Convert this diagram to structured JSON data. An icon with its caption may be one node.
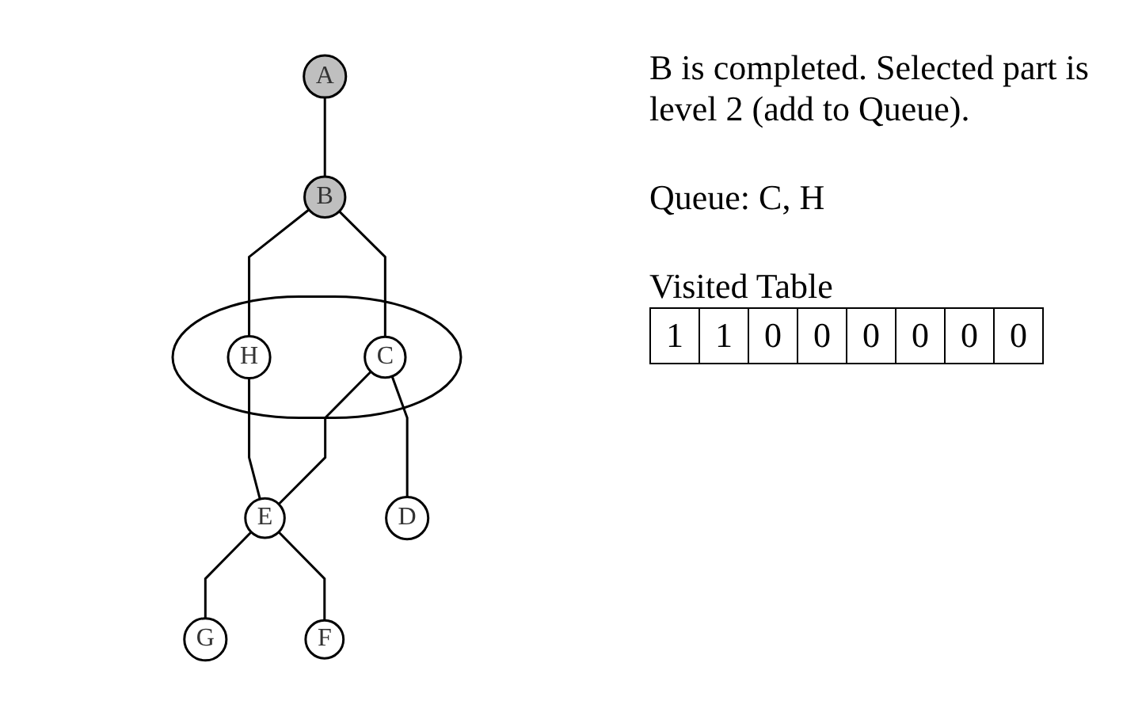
{
  "diagram": {
    "nodes": [
      {
        "text": [
          "A"
        ]
      },
      {
        "text": [
          "B"
        ]
      },
      {
        "text": [],
        "shape": "loop"
      },
      {
        "text": [
          "H"
        ],
        "in": 2
      },
      {
        "text": [
          "C"
        ],
        "in": 2
      },
      {
        "text": [
          "E"
        ]
      },
      {
        "text": [
          "G"
        ]
      },
      {
        "text": [
          "D"
        ]
      },
      {
        "text": [
          "F"
        ]
      }
    ],
    "edges": [
      {
        "from": 0,
        "to": 1,
        "arrow": "none"
      },
      {
        "from": 1,
        "to": 3,
        "arrow": "none"
      },
      {
        "from": 1,
        "to": 4,
        "arrow": "none"
      },
      {
        "from": 3,
        "to": 5,
        "arrow": "none"
      },
      {
        "from": 4,
        "to": 5,
        "arrow": "none"
      },
      {
        "from": 5,
        "to": 6,
        "arrow": "none"
      },
      {
        "from": 4,
        "to": 7,
        "arrow": "none"
      },
      {
        "from": 5,
        "to": 8,
        "arrow": "none"
      }
    ],
    "labels": [
      "B is completed. Selected part is level 2 (add to Queue).",
      "Queue: C, H",
      "Visited Table",
      "1",
      "1",
      "0",
      "0",
      "0",
      "0",
      "0",
      "0"
    ]
  }
}
